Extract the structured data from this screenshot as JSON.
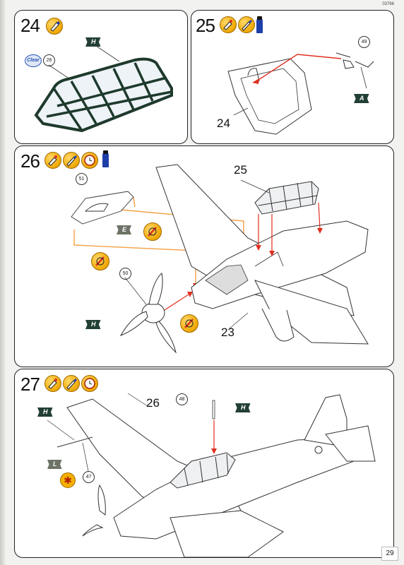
{
  "doc_code": "03766",
  "page_number": "29",
  "steps": [
    {
      "number": "24",
      "clear_label": "Clear",
      "callouts": [
        "26"
      ],
      "flags": [
        "H"
      ]
    },
    {
      "number": "25",
      "callouts": [
        "49"
      ],
      "flags": [
        "A"
      ],
      "part_label": "24"
    },
    {
      "number": "26",
      "callouts": [
        "51",
        "50"
      ],
      "flags": [
        "E",
        "H"
      ],
      "part_labels": [
        "25",
        "23"
      ]
    },
    {
      "number": "27",
      "callouts": [
        "48",
        "47"
      ],
      "flags": [
        "H",
        "H",
        "L"
      ],
      "part_label": "26"
    }
  ],
  "colors": {
    "glue_orange": "#f0a800",
    "arrow_red": "#e03020",
    "guide_orange": "#f2a040",
    "decal_green": "#223f34",
    "paint_blue": "#1f3fa8"
  },
  "icons": [
    "glue-icon",
    "clock-icon",
    "paint-jar-icon",
    "knife-icon",
    "caution-icon"
  ]
}
